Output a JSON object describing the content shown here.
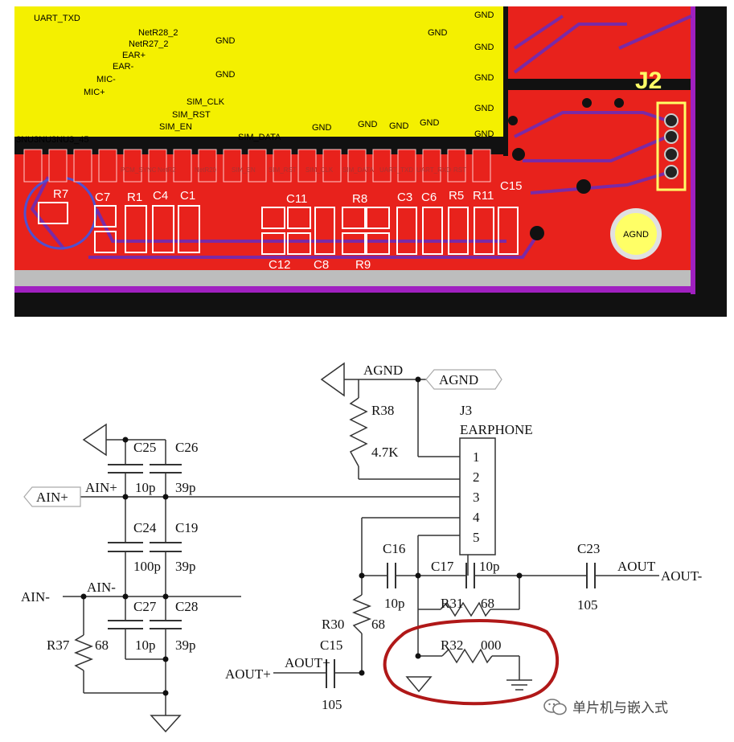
{
  "pcb": {
    "module_nets": [
      "UART_TXD",
      "NetR28_2",
      "NetR27_2",
      "EAR+",
      "EAR-",
      "MIC-",
      "MIC+",
      "SIM_CLK",
      "SIM_RST",
      "SIM_EN",
      "SIM_DATA"
    ],
    "gnd_label": "GND",
    "pin_row_labels": [
      "PCM_SYNC",
      "NetR2",
      "NetR20",
      "SIM_EN",
      "SIM_RST",
      "SIM_CLK",
      "SIM_DATA",
      "UART_TXD",
      "UART_RXD",
      "RST"
    ],
    "left_pin_text": "3NU3NU3NU3_45",
    "refdes": [
      "R7",
      "C7",
      "R1",
      "C4",
      "C1",
      "C11",
      "R8",
      "C3",
      "C6",
      "R5",
      "R11",
      "C15",
      "C12",
      "C8",
      "R9"
    ],
    "connector": "J2",
    "pad_label": "AGND",
    "small_pad_label": "GND"
  },
  "schematic": {
    "power_top": "AGND",
    "power_net_flag": "AGND",
    "r38": {
      "ref": "R38",
      "value": "4.7K"
    },
    "j3": {
      "ref": "J3",
      "name": "EARPHONE",
      "pins": [
        "1",
        "2",
        "3",
        "4",
        "5"
      ]
    },
    "ain_plus_port": "AIN+",
    "ain_plus_net": "AIN+",
    "ain_minus_port": "AIN-",
    "ain_minus_net": "AIN-",
    "c25": {
      "ref": "C25",
      "value": "10p"
    },
    "c26": {
      "ref": "C26",
      "value": "39p"
    },
    "c24": {
      "ref": "C24",
      "value": "100p"
    },
    "c19": {
      "ref": "C19",
      "value": "39p"
    },
    "c27": {
      "ref": "C27",
      "value": "10p"
    },
    "c28": {
      "ref": "C28",
      "value": "39p"
    },
    "r37": {
      "ref": "R37",
      "value": "68"
    },
    "r30": {
      "ref": "R30",
      "value": "68"
    },
    "c15": {
      "ref": "C15",
      "value": "105"
    },
    "aout_plus_port": "AOUT+",
    "aout_plus_net": "AOUT+",
    "c16": {
      "ref": "C16",
      "value": "10p"
    },
    "c17": {
      "ref": "C17",
      "value": "10p"
    },
    "r31": {
      "ref": "R31",
      "value": "68"
    },
    "r32": {
      "ref": "R32",
      "value": "000"
    },
    "c23": {
      "ref": "C23",
      "value": "105"
    },
    "aout_minus_net": "AOUT",
    "aout_minus_port": "AOUT-",
    "highlight_color": "#b01818"
  },
  "watermark": "单片机与嵌入式"
}
